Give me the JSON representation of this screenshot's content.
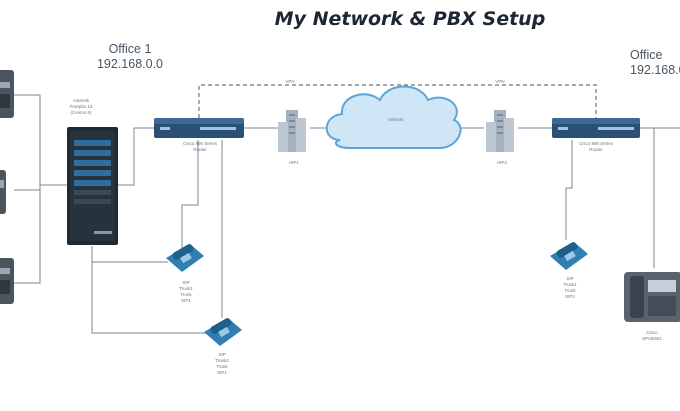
{
  "diagram": {
    "title": "My Network & PBX Setup",
    "office1": {
      "name": "Office 1",
      "subnet": "192.168.0.0"
    },
    "office2": {
      "name": "Office",
      "subnet": "192.168.0"
    },
    "server_label": [
      "Asterisk",
      "Freepbx 13",
      "(Centos 6)"
    ],
    "router1_label": [
      "Cisco 890 Series",
      "Router"
    ],
    "router2_label": [
      "Cisco 890 Series",
      "Router"
    ],
    "isp1_label": "ISP1",
    "isp2_label": "ISP2",
    "cloud_label": "Internet",
    "vpn_left_label": "VPN",
    "vpn_right_label": "VPN",
    "phone_a_label": [
      "SIP",
      "Trunk1",
      "Trunk",
      "SIP1"
    ],
    "phone_b_label": [
      "SIP",
      "Trunk2",
      "Trunk",
      "SIP1"
    ],
    "phone_c_label": [
      "SIP",
      "Trunk1",
      "Trunk",
      "SIP2"
    ],
    "cisco_phone_label": [
      "Cisco",
      "SPA504G"
    ]
  }
}
